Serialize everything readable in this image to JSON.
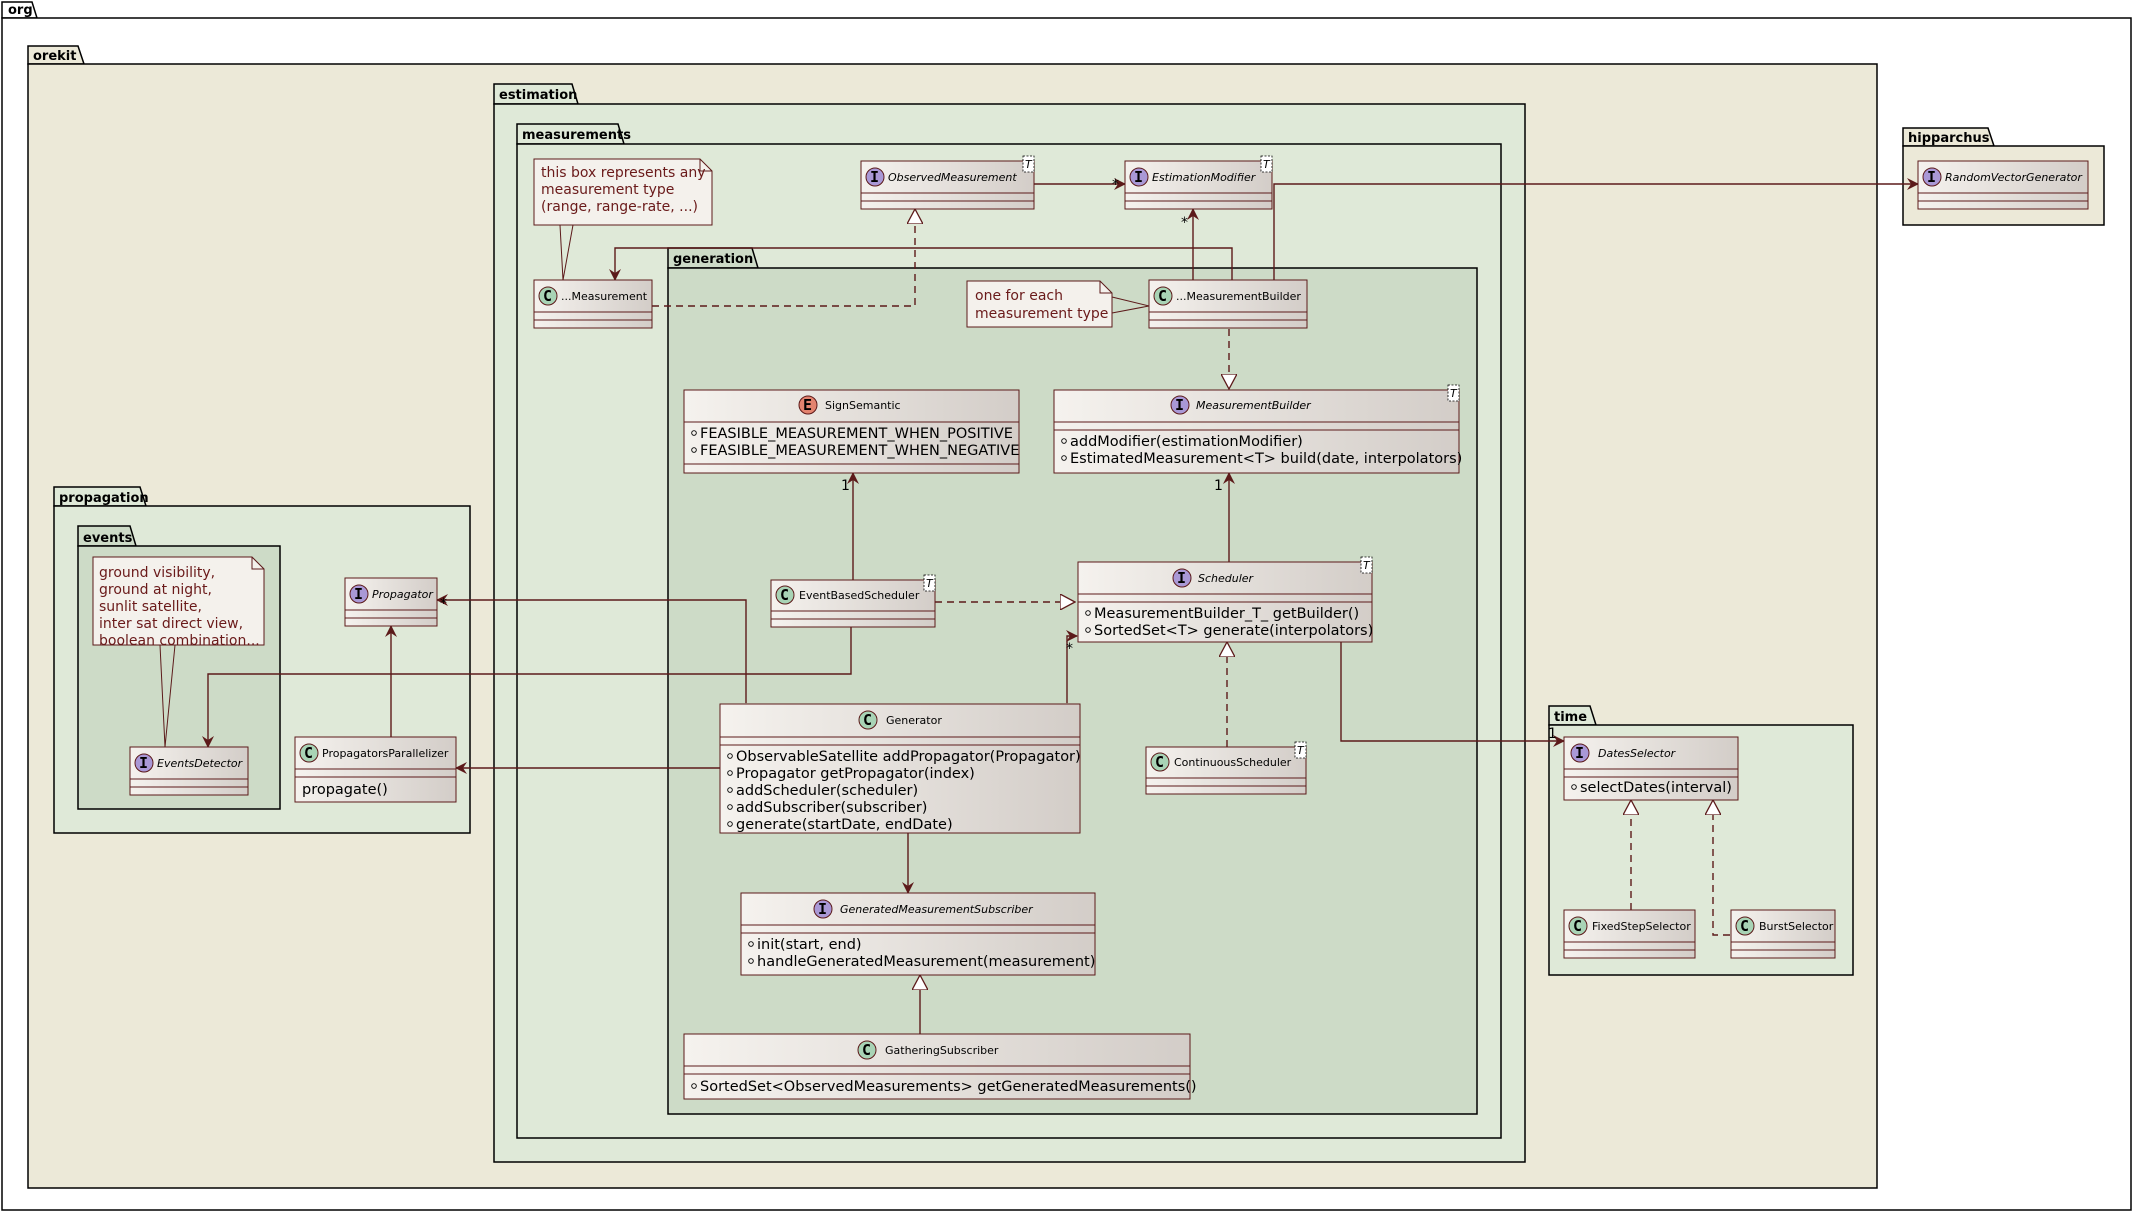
{
  "packages": {
    "org": "org",
    "orekit": "orekit",
    "estimation": "estimation",
    "measurements": "measurements",
    "generation": "generation",
    "propagation": "propagation",
    "events": "events",
    "hipparchus": "hipparchus",
    "time": "time"
  },
  "classes": {
    "observed_measurement": {
      "name": "ObservedMeasurement",
      "kind": "I",
      "tparam": "T"
    },
    "estimation_modifier": {
      "name": "EstimationModifier",
      "kind": "I",
      "tparam": "T"
    },
    "random_vector_generator": {
      "name": "RandomVectorGenerator",
      "kind": "I"
    },
    "measurement": {
      "name": "...Measurement",
      "kind": "C"
    },
    "measurement_builder_impl": {
      "name": "...MeasurementBuilder",
      "kind": "C"
    },
    "sign_semantic": {
      "name": "SignSemantic",
      "kind": "E",
      "members": [
        "FEASIBLE_MEASUREMENT_WHEN_POSITIVE",
        "FEASIBLE_MEASUREMENT_WHEN_NEGATIVE"
      ]
    },
    "measurement_builder": {
      "name": "MeasurementBuilder",
      "kind": "I",
      "tparam": "T",
      "members": [
        "addModifier(estimationModifier)",
        "EstimatedMeasurement<T> build(date, interpolators)"
      ]
    },
    "event_based_scheduler": {
      "name": "EventBasedScheduler",
      "kind": "C",
      "tparam": "T"
    },
    "scheduler": {
      "name": "Scheduler",
      "kind": "I",
      "tparam": "T",
      "members": [
        "MeasurementBuilder_T_ getBuilder()",
        "SortedSet<T> generate(interpolators)"
      ]
    },
    "generator": {
      "name": "Generator",
      "kind": "C",
      "members": [
        "ObservableSatellite addPropagator(Propagator)",
        "Propagator getPropagator(index)",
        "addScheduler(scheduler)",
        "addSubscriber(subscriber)",
        "generate(startDate, endDate)"
      ]
    },
    "continuous_scheduler": {
      "name": "ContinuousScheduler",
      "kind": "C",
      "tparam": "T"
    },
    "generated_measurement_subscriber": {
      "name": "GeneratedMeasurementSubscriber",
      "kind": "I",
      "members": [
        "init(start, end)",
        "handleGeneratedMeasurement(measurement)"
      ]
    },
    "gathering_subscriber": {
      "name": "GatheringSubscriber",
      "kind": "C",
      "members": [
        "SortedSet<ObservedMeasurements> getGeneratedMeasurements()"
      ]
    },
    "propagator": {
      "name": "Propagator",
      "kind": "I"
    },
    "propagators_parallelizer": {
      "name": "PropagatorsParallelizer",
      "kind": "C",
      "members": [
        "propagate()"
      ]
    },
    "events_detector": {
      "name": "EventsDetector",
      "kind": "I"
    },
    "dates_selector": {
      "name": "DatesSelector",
      "kind": "I",
      "members": [
        "selectDates(interval)"
      ]
    },
    "fixed_step_selector": {
      "name": "FixedStepSelector",
      "kind": "C"
    },
    "burst_selector": {
      "name": "BurstSelector",
      "kind": "C"
    }
  },
  "notes": {
    "measurement_note": [
      "this box represents any",
      "measurement type",
      "(range, range-rate, ...)"
    ],
    "builder_note": [
      "one for each",
      "measurement type"
    ],
    "events_note": [
      "ground visibility,",
      "ground at night,",
      "sunlit satellite,",
      "inter sat direct view,",
      "boolean combination..."
    ]
  },
  "multiplicities": {
    "modifier_star": "*",
    "modifier_star2": "*",
    "builder_one": "1",
    "sign_one": "1",
    "scheduler_star": "*",
    "propagator_star": "*",
    "dates_one": "1"
  },
  "colors": {
    "outer_bg": "#ffffff",
    "orekit_bg": "#ece9d8",
    "pkg_green": "#dfe9d8",
    "pkg_green_dark": "#cddbc7",
    "edge": "#5c1a1a",
    "interface_circle": "#a998d6",
    "class_circle": "#a8d3b5",
    "enum_circle": "#e3836f",
    "note_bg": "#f4f1ec"
  }
}
